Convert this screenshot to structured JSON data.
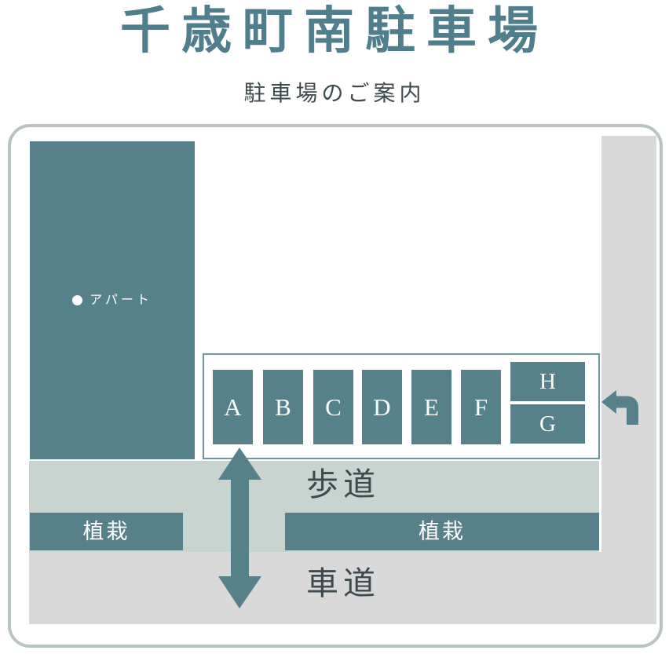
{
  "title": "千歳町南駐車場",
  "subtitle": "駐車場のご案内",
  "map": {
    "apartment": {
      "label": "アパート"
    },
    "parking": {
      "spaces": [
        "A",
        "B",
        "C",
        "D",
        "E",
        "F"
      ],
      "stacked_spaces": [
        "H",
        "G"
      ]
    },
    "sidewalk": {
      "label": "歩道"
    },
    "roadway": {
      "label": "車道"
    },
    "planting_left": {
      "label": "植栽"
    },
    "planting_right": {
      "label": "植栽"
    }
  },
  "colors": {
    "teal": "#56818b",
    "title_teal": "#4f7f8d",
    "sidewalk": "#c9d3cf",
    "road": "#d9d9d9",
    "frame_border": "#b9c4c1",
    "parking_border": "#6f959e",
    "dark_text": "#3f4a4e"
  }
}
